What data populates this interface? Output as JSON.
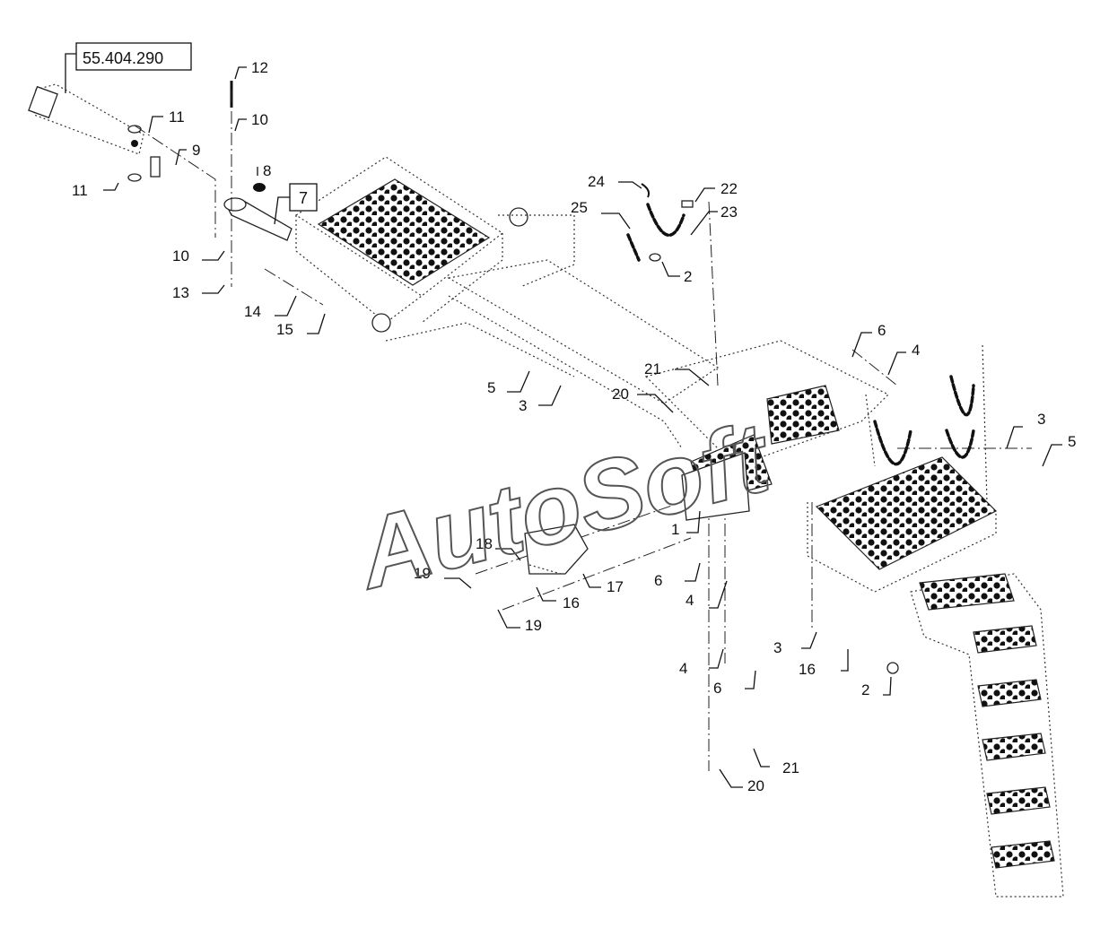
{
  "reference_box": "55.404.290",
  "boxed_callout": "7",
  "watermark": "AutoSoft",
  "callouts": [
    {
      "id": "c12",
      "label": "12"
    },
    {
      "id": "c10a",
      "label": "10"
    },
    {
      "id": "c11a",
      "label": "11"
    },
    {
      "id": "c9",
      "label": "9"
    },
    {
      "id": "c11b",
      "label": "11"
    },
    {
      "id": "c8",
      "label": "8"
    },
    {
      "id": "c10b",
      "label": "10"
    },
    {
      "id": "c13",
      "label": "13"
    },
    {
      "id": "c14",
      "label": "14"
    },
    {
      "id": "c15",
      "label": "15"
    },
    {
      "id": "c24",
      "label": "24"
    },
    {
      "id": "c22",
      "label": "22"
    },
    {
      "id": "c25",
      "label": "25"
    },
    {
      "id": "c23",
      "label": "23"
    },
    {
      "id": "c2a",
      "label": "2"
    },
    {
      "id": "c6a",
      "label": "6"
    },
    {
      "id": "c4a",
      "label": "4"
    },
    {
      "id": "c21a",
      "label": "21"
    },
    {
      "id": "c5a",
      "label": "5"
    },
    {
      "id": "c3a",
      "label": "3"
    },
    {
      "id": "c20a",
      "label": "20"
    },
    {
      "id": "c3b",
      "label": "3"
    },
    {
      "id": "c5b",
      "label": "5"
    },
    {
      "id": "c1",
      "label": "1"
    },
    {
      "id": "c18",
      "label": "18"
    },
    {
      "id": "c19a",
      "label": "19"
    },
    {
      "id": "c16a",
      "label": "16"
    },
    {
      "id": "c17",
      "label": "17"
    },
    {
      "id": "c19b",
      "label": "19"
    },
    {
      "id": "c6b",
      "label": "6"
    },
    {
      "id": "c4b",
      "label": "4"
    },
    {
      "id": "c3c",
      "label": "3"
    },
    {
      "id": "c16b",
      "label": "16"
    },
    {
      "id": "c4c",
      "label": "4"
    },
    {
      "id": "c6c",
      "label": "6"
    },
    {
      "id": "c2b",
      "label": "2"
    },
    {
      "id": "c21b",
      "label": "21"
    },
    {
      "id": "c20b",
      "label": "20"
    }
  ]
}
